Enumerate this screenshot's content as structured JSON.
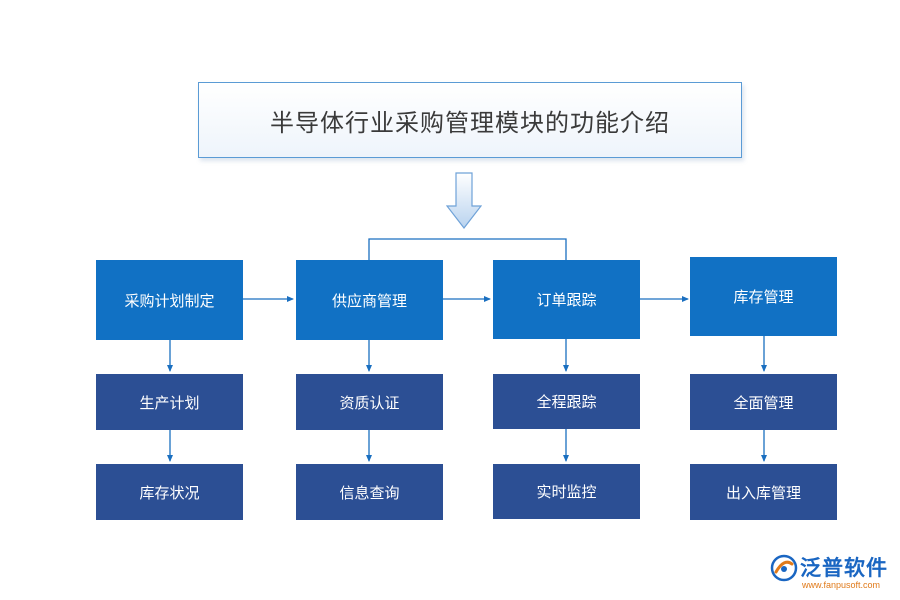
{
  "title": "半导体行业采购管理模块的功能介绍",
  "modules": [
    {
      "name": "采购计划制定",
      "children": [
        "生产计划",
        "库存状况"
      ]
    },
    {
      "name": "供应商管理",
      "children": [
        "资质认证",
        "信息查询"
      ]
    },
    {
      "name": "订单跟踪",
      "children": [
        "全程跟踪",
        "实时监控"
      ]
    },
    {
      "name": "库存管理",
      "children": [
        "全面管理",
        "出入库管理"
      ]
    }
  ],
  "logo": {
    "name": "泛普软件",
    "url": "www.fanpusoft.com"
  },
  "colors": {
    "primary_node": "#1171c4",
    "secondary_node": "#2c4f94",
    "connector": "#1a6fc0",
    "title_border": "#5b9bd5"
  }
}
